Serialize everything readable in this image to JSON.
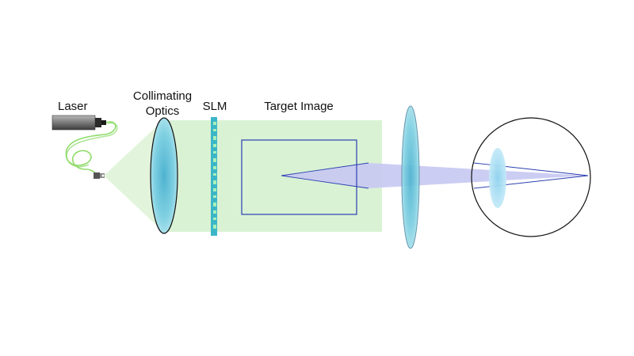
{
  "labels": {
    "laser": "Laser",
    "collimating_line1": "Collimating",
    "collimating_line2": "Optics",
    "slm": "SLM",
    "target_image": "Target Image"
  },
  "colors": {
    "beam_green": "#d9f2d4",
    "fiber_green": "#8fdc6a",
    "lens_blue": "#6cc6dc",
    "projection_blue": "#c6c8f2",
    "frame_blue": "#2b3fb0",
    "slm_cyan": "#3ab6c8",
    "slm_dot": "#a9f0b8",
    "eye_lens": "#9ed8ef",
    "outline": "#1a1a1a"
  },
  "icons": [
    "laser-icon",
    "fiber-icon",
    "collimating-lens-icon",
    "slm-icon",
    "eyepiece-lens-icon",
    "eye-icon"
  ]
}
